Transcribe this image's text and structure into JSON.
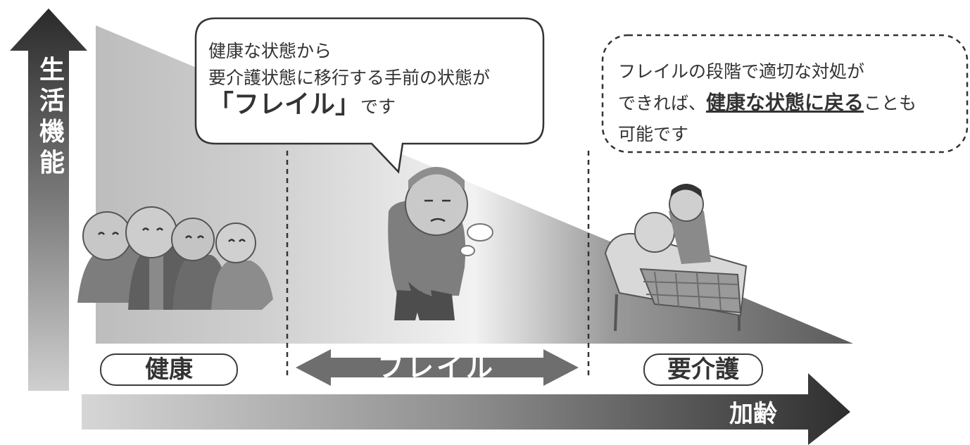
{
  "axes": {
    "vertical_label": "生活機能",
    "horizontal_label": "加齢"
  },
  "stages": {
    "healthy": "健康",
    "frail": "フレイル",
    "care_needed": "要介護"
  },
  "callout_frail": {
    "line1": "健康な状態から",
    "line2": "要介護状態に移行する手前の状態が",
    "highlight": "「フレイル」",
    "suffix": "です"
  },
  "callout_recovery": {
    "line1": "フレイルの段階で適切な対処が",
    "line2_prefix": "できれば、",
    "emphasis": "健康な状態に戻る",
    "line2_suffix": "ことも",
    "line3": "可能です"
  },
  "colors": {
    "arrow_dark": "#3a3a3a",
    "gradient_light": "#e8e8e8",
    "gradient_dark": "#6a6a6a"
  },
  "icons": [
    "elderly-group-icon",
    "tired-elderly-man-icon",
    "caregiver-bedridden-icon"
  ]
}
